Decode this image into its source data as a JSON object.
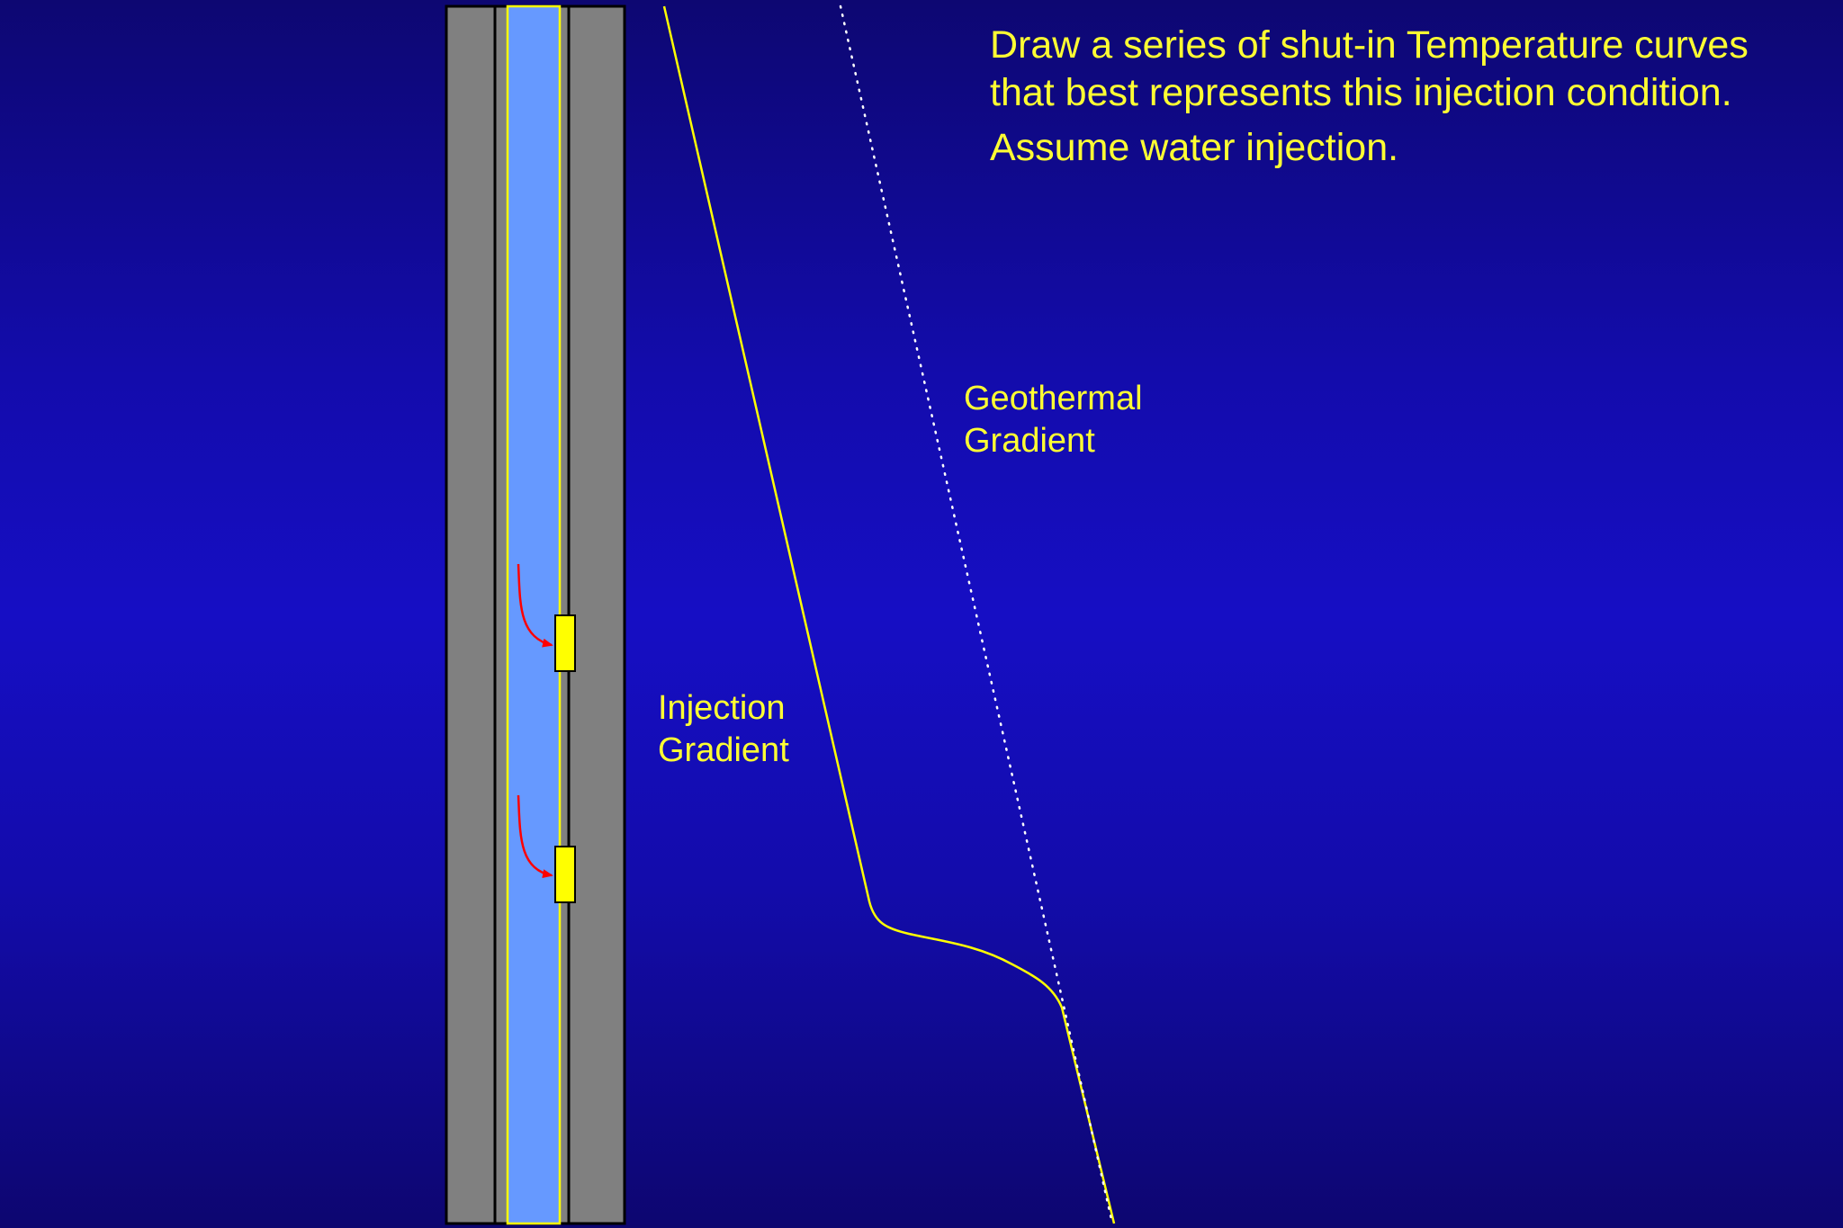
{
  "slide": {
    "title_lines": [
      "Draw a series of shut-in Temperature curves",
      "that best represents this injection condition.",
      "Assume water injection."
    ],
    "labels": {
      "geothermal": [
        "Geothermal",
        "Gradient"
      ],
      "injection": [
        "Injection",
        "Gradient"
      ]
    }
  },
  "colors": {
    "background_top": "#0d0772",
    "background_mid": "#160ec4",
    "text": "#ffff33",
    "casing": "#808080",
    "tubing_fluid": "#6699ff",
    "perforation": "#ffff00",
    "flow_arrow": "#ff0000",
    "curve": "#ffff00",
    "geothermal_dots": "#ffffff"
  }
}
